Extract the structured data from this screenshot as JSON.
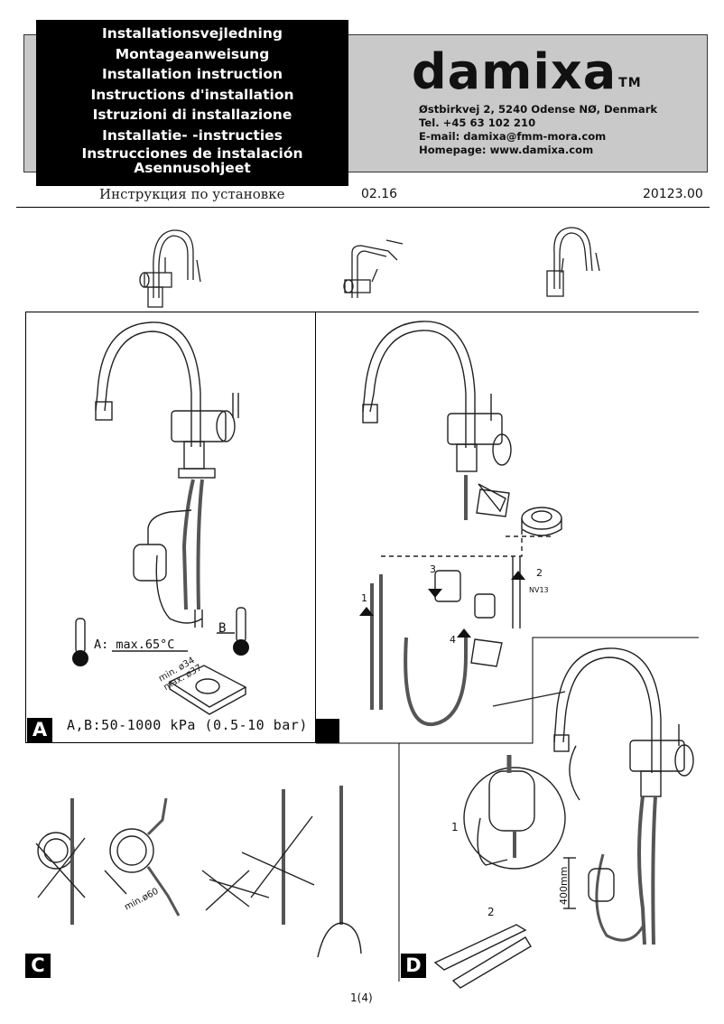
{
  "header": {
    "titles": [
      "Installationsvejledning",
      "Montageanweisung",
      "Installation instruction",
      "Instructions d'installation",
      "Istruzioni di installazione",
      "Installatie- -instructies",
      "Instrucciones de instalación",
      "Asennusohjeet"
    ],
    "russian_title": "Инструкция по установке",
    "brand": "damixa",
    "trademark": "TM",
    "address": "Østbirkvej 2, 5240 Odense NØ, Denmark",
    "phone": "Tel. +45 63 102 210",
    "email": "E-mail: damixa@fmm-mora.com",
    "homepage": "Homepage: www.damixa.com",
    "date": "02.16",
    "doc_number": "20123.00"
  },
  "panels": {
    "a": {
      "label": "A",
      "temp_label": "A: max.65°C",
      "b_label": "B",
      "hole_min": "min. ø34",
      "hole_max": "max. ø37",
      "pressure": "A,B:50-1000 kPa (0.5-10 bar)"
    },
    "b": {
      "step_1": "1",
      "step_2": "2",
      "step_3": "3",
      "step_4": "4",
      "nv_label": "NV13"
    },
    "c": {
      "label": "C",
      "min_radius": "min.ø60"
    },
    "d": {
      "label": "D",
      "step_1": "1",
      "step_2": "2",
      "distance": "400mm"
    }
  },
  "footer": {
    "page": "1(4)"
  }
}
